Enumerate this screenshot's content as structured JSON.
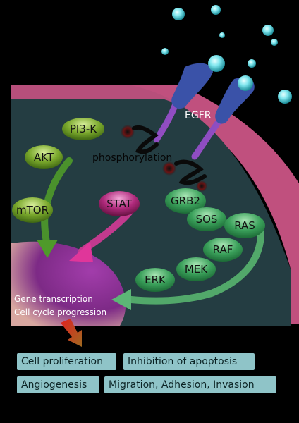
{
  "receptor": {
    "label": "EGFR"
  },
  "process": {
    "label": "phosphorylation"
  },
  "nodes": {
    "pi3k": "PI3-K",
    "akt": "AKT",
    "mtor": "mTOR",
    "stat": "STAT",
    "grb2": "GRB2",
    "sos": "SOS",
    "ras": "RAS",
    "raf": "RAF",
    "mek": "MEK",
    "erk": "ERK"
  },
  "nucleus": {
    "line1": "Gene transcription",
    "line2": "Cell cycle progression"
  },
  "outcomes": {
    "proliferation": "Cell proliferation",
    "apoptosis": "Inhibition of apoptosis",
    "angiogenesis": "Angiogenesis",
    "migration": "Migration, Adhesion, Invasion"
  },
  "colors": {
    "background": "#000000",
    "membrane": "#c0507e",
    "cytoplasm": "#243d42",
    "nucleus": "#7d2a86",
    "receptor": "#3a52a8",
    "ligand": "#7fe6ee",
    "green_node": "#3aa05a",
    "olive_node": "#7aa82c",
    "stat_node": "#b02a7c",
    "outcome_box": "#8fc4c8"
  }
}
